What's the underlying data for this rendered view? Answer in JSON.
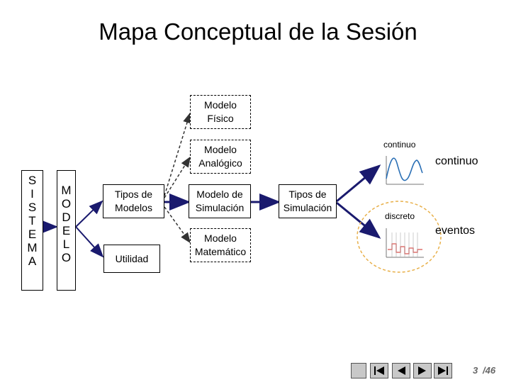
{
  "title": "Mapa Conceptual de la Sesión",
  "sistema": "S\nI\nS\nT\nE\nM\nA",
  "modelo": "M\nO\nD\nE\nL\nO",
  "tipos_modelos": "Tipos de\nModelos",
  "utilidad": "Utilidad",
  "modelo_fisico": "Modelo\nFísico",
  "modelo_analogico": "Modelo\nAnalógico",
  "modelo_simulacion": "Modelo de\nSimulación",
  "modelo_matematico": "Modelo\nMatemático",
  "tipos_simulacion": "Tipos de\nSimulación",
  "mini_continuo": "continuo",
  "mini_discreto": "discreto",
  "label_continuo": "continuo",
  "label_eventos": "eventos",
  "page": {
    "current": "3",
    "total": "/46"
  },
  "colors": {
    "arrow": "#1a1a6e",
    "dashed_arrow": "#333333",
    "highlight": "#e8b04a",
    "plot_line": "#2a6fb5",
    "plot_bar": "#d9534f"
  },
  "icons": {
    "nav_blank": "square-icon",
    "nav_first": "skip-back-icon",
    "nav_prev": "prev-icon",
    "nav_next": "next-icon",
    "nav_last": "skip-forward-icon"
  }
}
